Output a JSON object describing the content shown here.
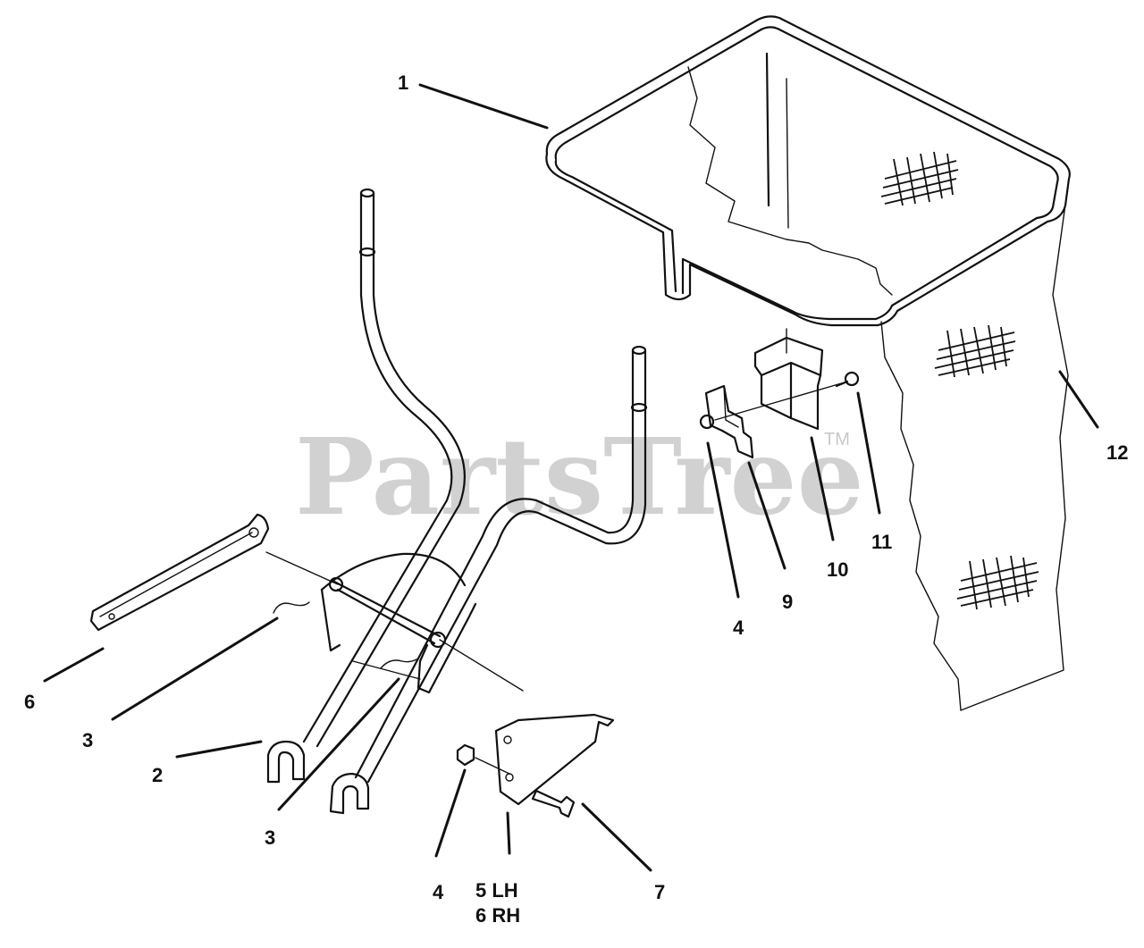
{
  "watermark": {
    "text": "PartsTree",
    "trademark": "TM"
  },
  "callouts": {
    "c1": "1",
    "c2": "2",
    "c3a": "3",
    "c3b": "3",
    "c4a": "4",
    "c4b": "4",
    "c5": "5 LH",
    "c6rh": "6 RH",
    "c6": "6",
    "c7": "7",
    "c9": "9",
    "c10": "10",
    "c11": "11",
    "c12": "12"
  }
}
